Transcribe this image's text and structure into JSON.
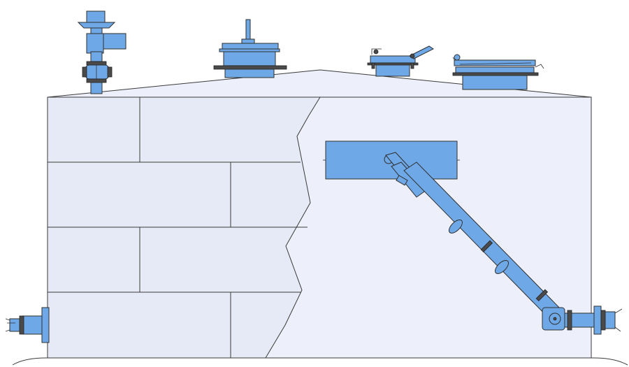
{
  "diagram": {
    "colors": {
      "shell": "#E6EAF6",
      "shell_light": "#EDF0FA",
      "fitting": "#6FA8E6",
      "outline": "#3A3A3A",
      "dark_part": "#4A4A4A"
    },
    "components": [
      "breather-valve",
      "vent-manway",
      "gauge-hatch",
      "access-manway",
      "floating-suction",
      "inlet-nozzle",
      "outlet-nozzle"
    ]
  }
}
